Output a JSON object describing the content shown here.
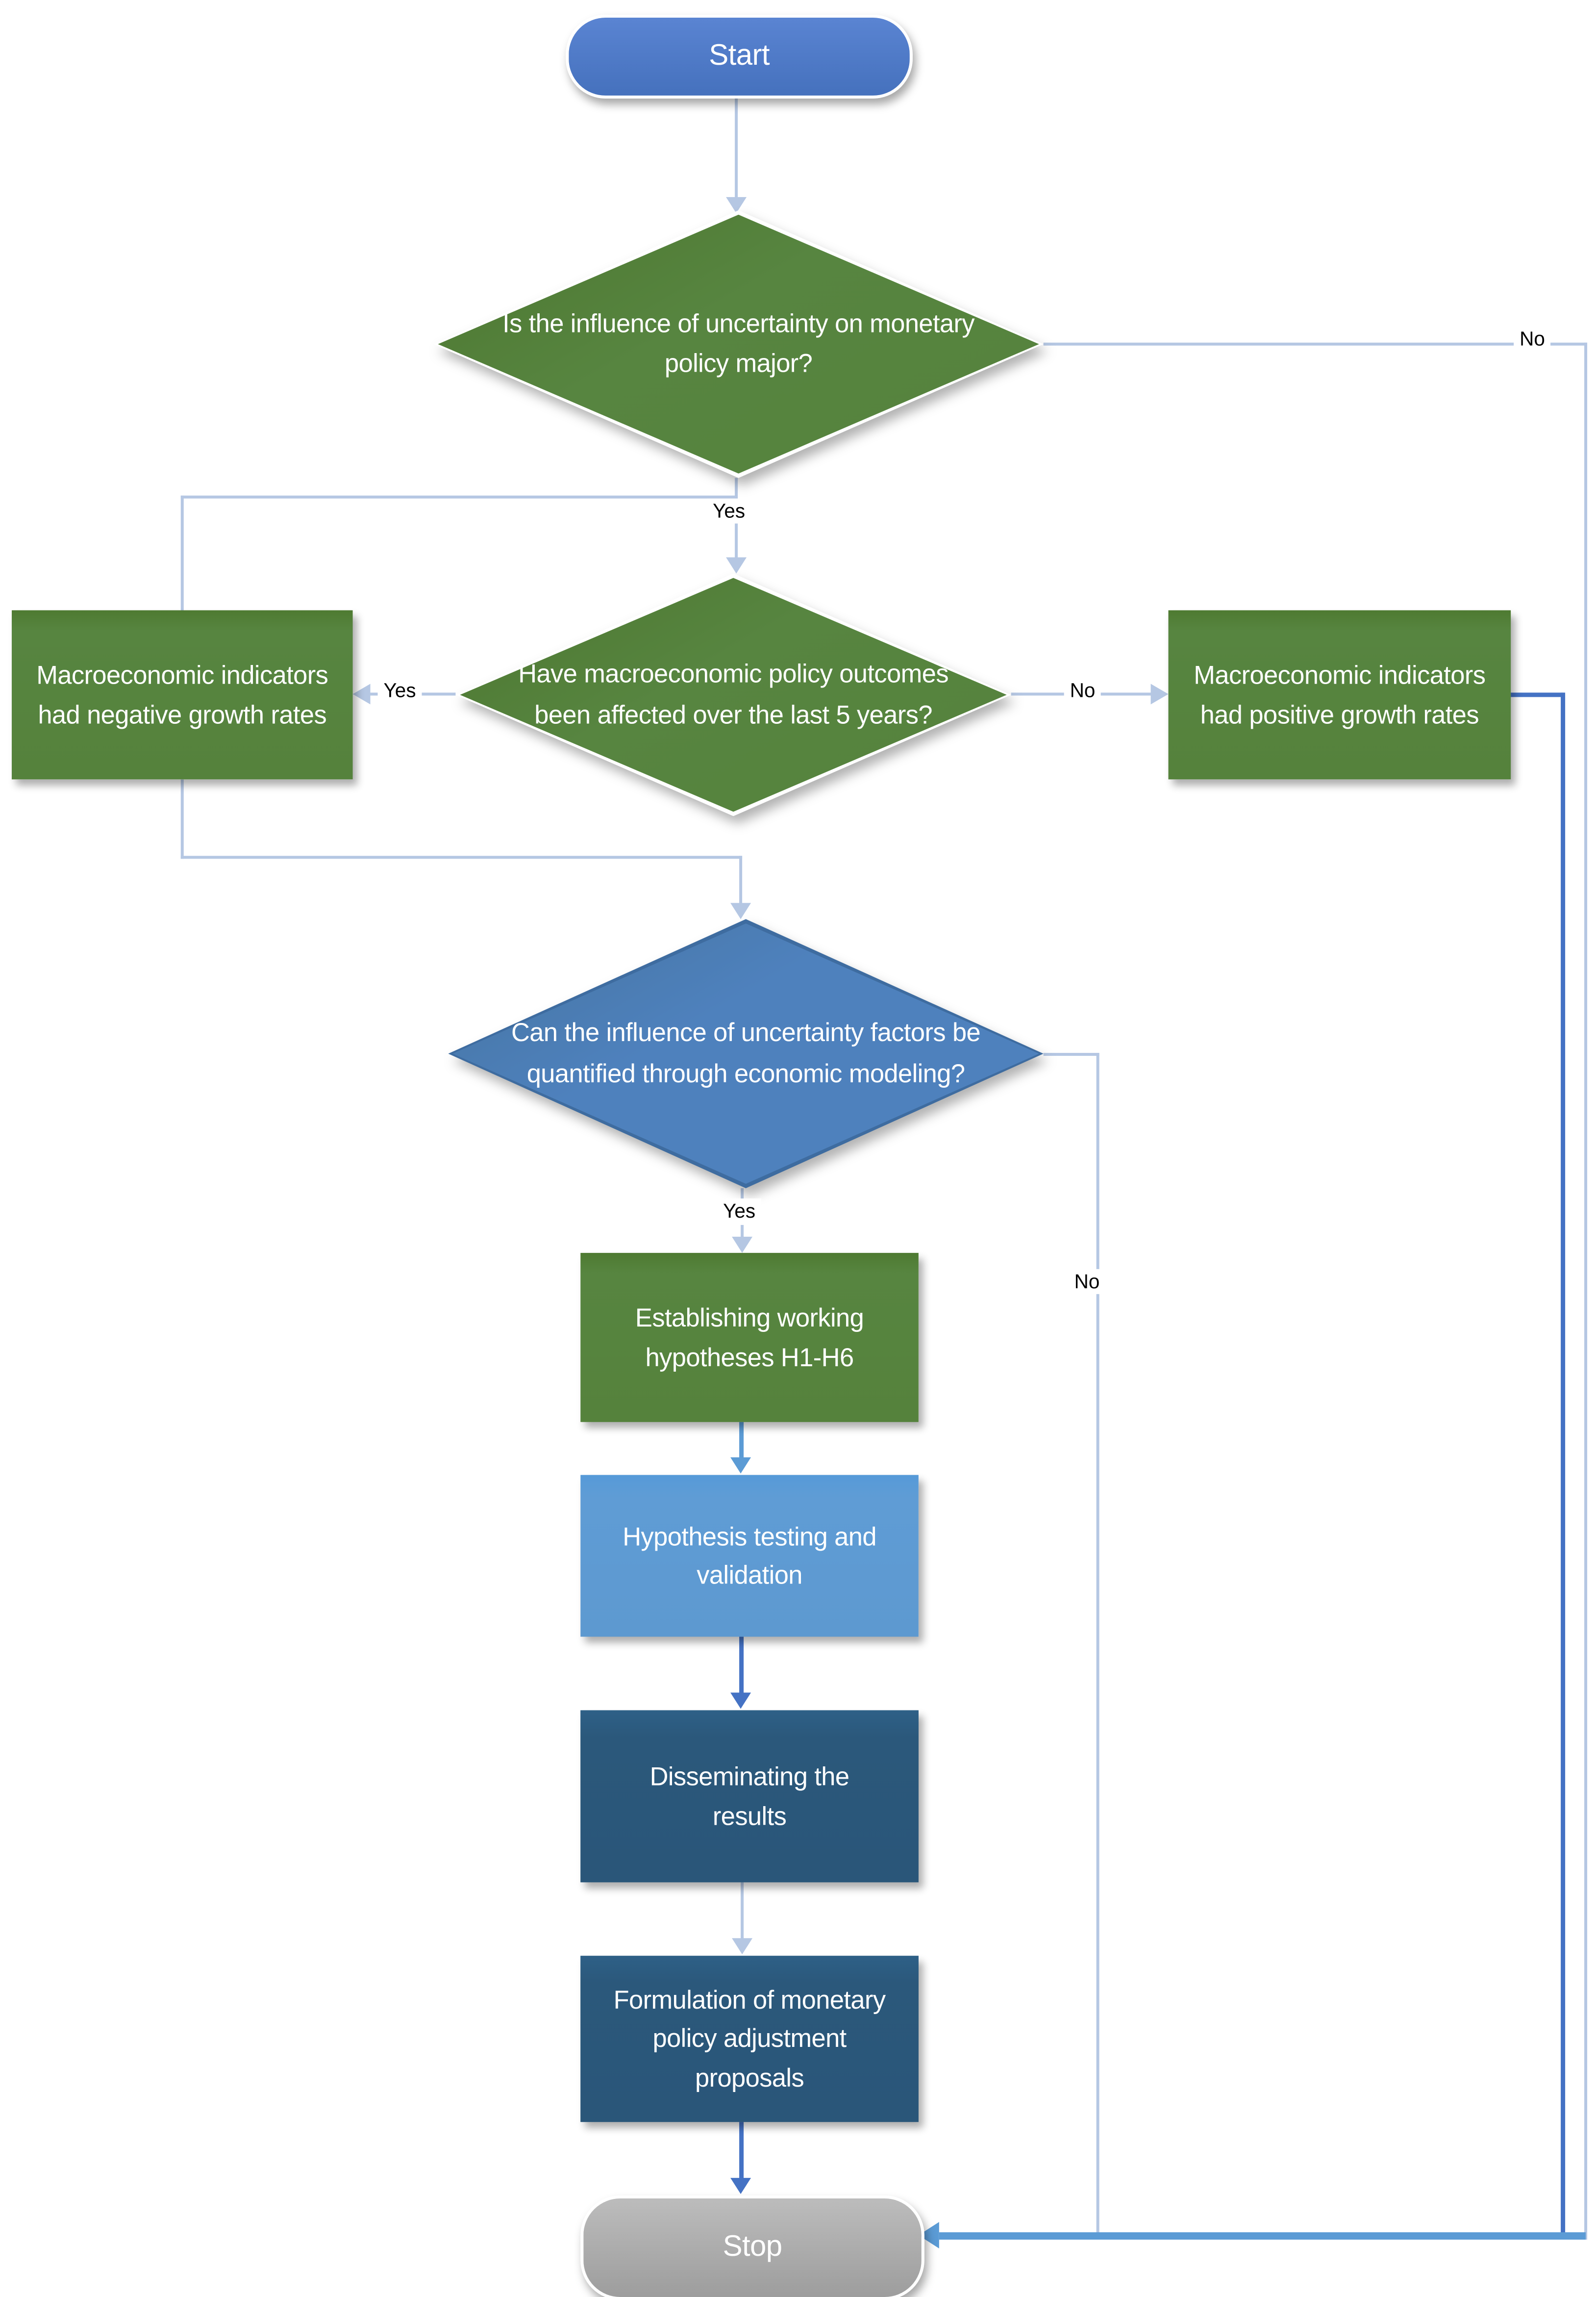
{
  "diagram": {
    "type": "flowchart",
    "nodes": {
      "start": {
        "label": "Start",
        "shape": "terminator",
        "color": "#4a76c4"
      },
      "d1": {
        "label": "Is the influence of uncertainty on monetary policy major?",
        "shape": "decision",
        "color": "#578540"
      },
      "d2": {
        "label": "Have macroeconomic policy outcomes been affected over the last 5 years?",
        "shape": "decision",
        "color": "#578540"
      },
      "neg_box": {
        "label": "Macroeconomic indicators had negative growth rates",
        "shape": "process",
        "color": "#578540"
      },
      "pos_box": {
        "label": "Macroeconomic indicators had positive growth rates",
        "shape": "process",
        "color": "#578540"
      },
      "d3": {
        "label": "Can the influence of uncertainty factors be quantified through economic modeling?",
        "shape": "decision",
        "color": "#4e81bd"
      },
      "establish": {
        "label": "Establishing working hypotheses H1-H6",
        "shape": "process",
        "color": "#578540"
      },
      "hypothesis": {
        "label": "Hypothesis testing and validation",
        "shape": "process",
        "color": "#5f9cd5"
      },
      "disseminate": {
        "label": "Disseminating the results",
        "shape": "process",
        "color": "#2b587b"
      },
      "formulate": {
        "label": "Formulation of monetary policy adjustment proposals",
        "shape": "process",
        "color": "#2b587b"
      },
      "stop": {
        "label": "Stop",
        "shape": "terminator",
        "color": "#a6a6a6"
      }
    },
    "edge_labels": {
      "d1_yes": "Yes",
      "d1_no": "No",
      "d2_yes": "Yes",
      "d2_no": "No",
      "d3_yes": "Yes",
      "d3_no": "No"
    },
    "connector_colors": {
      "light": "#b5c7e3",
      "mid": "#5b9bd5",
      "dark": "#4472c4"
    }
  }
}
